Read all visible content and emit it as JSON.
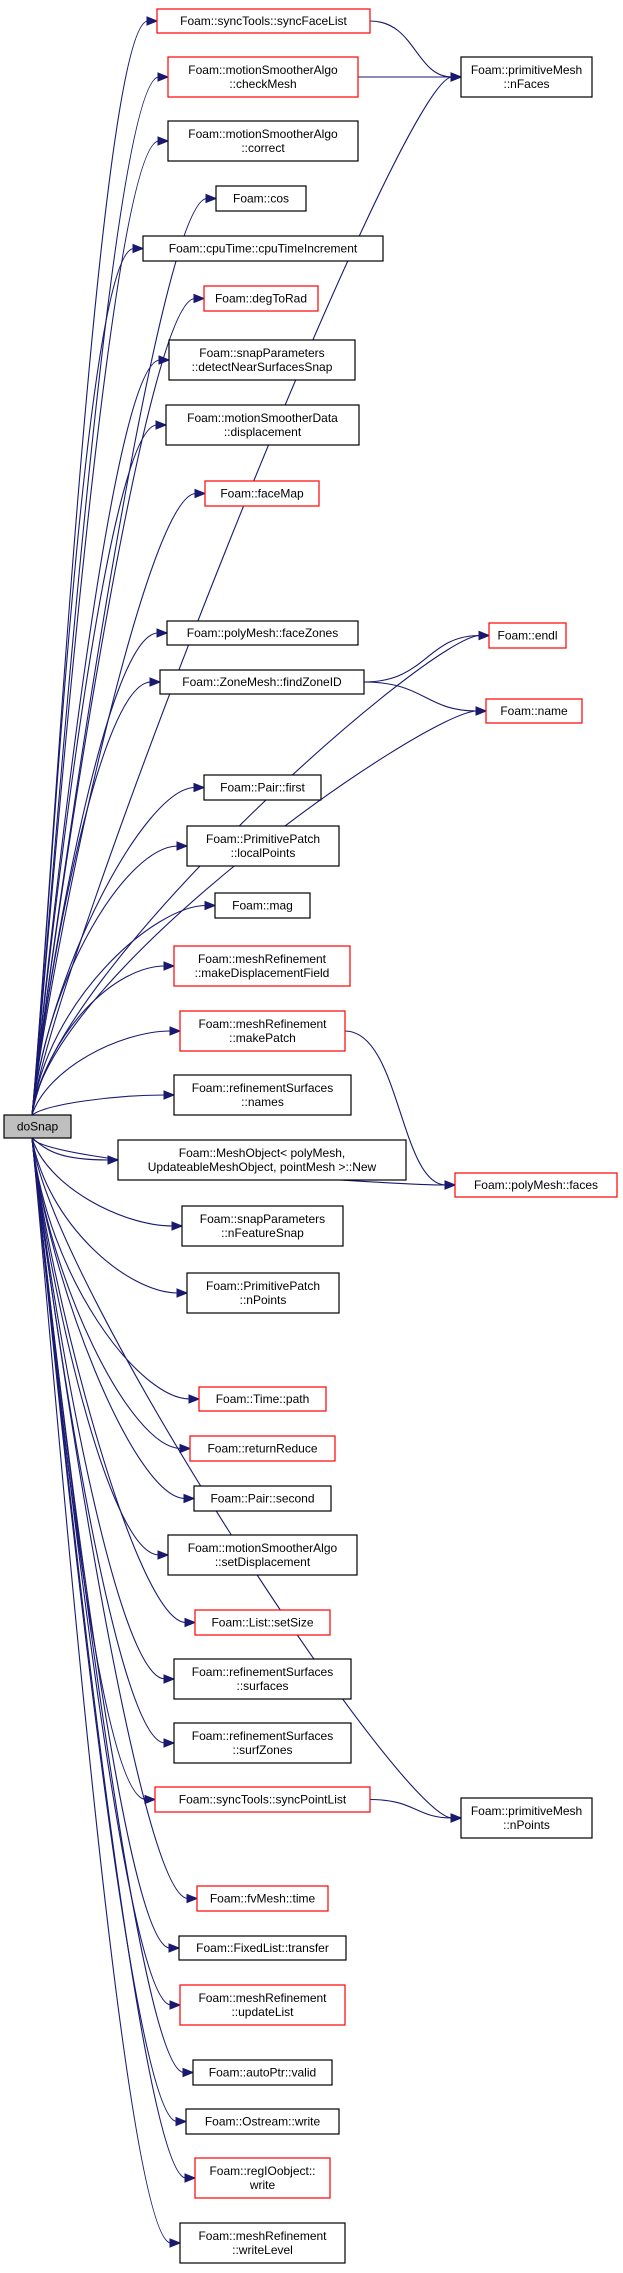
{
  "root": {
    "id": "doSnap",
    "lines": [
      "doSnap"
    ]
  },
  "nodes": [
    {
      "id": "syncFaceList",
      "lines": [
        "Foam::syncTools::syncFaceList"
      ],
      "red": true
    },
    {
      "id": "checkMesh",
      "lines": [
        "Foam::motionSmootherAlgo",
        "::checkMesh"
      ],
      "red": true
    },
    {
      "id": "correct",
      "lines": [
        "Foam::motionSmootherAlgo",
        "::correct"
      ],
      "red": false
    },
    {
      "id": "cos",
      "lines": [
        "Foam::cos"
      ],
      "red": false
    },
    {
      "id": "cpuTimeIncrement",
      "lines": [
        "Foam::cpuTime::cpuTimeIncrement"
      ],
      "red": false
    },
    {
      "id": "degToRad",
      "lines": [
        "Foam::degToRad"
      ],
      "red": true
    },
    {
      "id": "detectNearSurfacesSnap",
      "lines": [
        "Foam::snapParameters",
        "::detectNearSurfacesSnap"
      ],
      "red": false
    },
    {
      "id": "displacement",
      "lines": [
        "Foam::motionSmootherData",
        "::displacement"
      ],
      "red": false
    },
    {
      "id": "faceMap",
      "lines": [
        "Foam::faceMap"
      ],
      "red": true
    },
    {
      "id": "faceZones",
      "lines": [
        "Foam::polyMesh::faceZones"
      ],
      "red": false
    },
    {
      "id": "findZoneID",
      "lines": [
        "Foam::ZoneMesh::findZoneID"
      ],
      "red": false
    },
    {
      "id": "first",
      "lines": [
        "Foam::Pair::first"
      ],
      "red": false
    },
    {
      "id": "localPoints",
      "lines": [
        "Foam::PrimitivePatch",
        "::localPoints"
      ],
      "red": false
    },
    {
      "id": "mag",
      "lines": [
        "Foam::mag"
      ],
      "red": false
    },
    {
      "id": "makeDisplacementField",
      "lines": [
        "Foam::meshRefinement",
        "::makeDisplacementField"
      ],
      "red": true
    },
    {
      "id": "makePatch",
      "lines": [
        "Foam::meshRefinement",
        "::makePatch"
      ],
      "red": true
    },
    {
      "id": "names",
      "lines": [
        "Foam::refinementSurfaces",
        "::names"
      ],
      "red": false
    },
    {
      "id": "New",
      "lines": [
        "Foam::MeshObject< polyMesh,",
        "UpdateableMeshObject, pointMesh >::New"
      ],
      "red": false
    },
    {
      "id": "nFeatureSnap",
      "lines": [
        "Foam::snapParameters",
        "::nFeatureSnap"
      ],
      "red": false
    },
    {
      "id": "nPointsPP",
      "lines": [
        "Foam::PrimitivePatch",
        "::nPoints"
      ],
      "red": false
    },
    {
      "id": "path",
      "lines": [
        "Foam::Time::path"
      ],
      "red": true
    },
    {
      "id": "returnReduce",
      "lines": [
        "Foam::returnReduce"
      ],
      "red": true
    },
    {
      "id": "second",
      "lines": [
        "Foam::Pair::second"
      ],
      "red": false
    },
    {
      "id": "setDisplacement",
      "lines": [
        "Foam::motionSmootherAlgo",
        "::setDisplacement"
      ],
      "red": false
    },
    {
      "id": "setSize",
      "lines": [
        "Foam::List::setSize"
      ],
      "red": true
    },
    {
      "id": "surfaces",
      "lines": [
        "Foam::refinementSurfaces",
        "::surfaces"
      ],
      "red": false
    },
    {
      "id": "surfZones",
      "lines": [
        "Foam::refinementSurfaces",
        "::surfZones"
      ],
      "red": false
    },
    {
      "id": "syncPointList",
      "lines": [
        "Foam::syncTools::syncPointList"
      ],
      "red": true
    },
    {
      "id": "time",
      "lines": [
        "Foam::fvMesh::time"
      ],
      "red": true
    },
    {
      "id": "transfer",
      "lines": [
        "Foam::FixedList::transfer"
      ],
      "red": false
    },
    {
      "id": "updateList",
      "lines": [
        "Foam::meshRefinement",
        "::updateList"
      ],
      "red": true
    },
    {
      "id": "valid",
      "lines": [
        "Foam::autoPtr::valid"
      ],
      "red": false
    },
    {
      "id": "ostreamWrite",
      "lines": [
        "Foam::Ostream::write"
      ],
      "red": false
    },
    {
      "id": "regIOobjectWrite",
      "lines": [
        "Foam::regIOobject::",
        "write"
      ],
      "red": true
    },
    {
      "id": "writeLevel",
      "lines": [
        "Foam::meshRefinement",
        "::writeLevel"
      ],
      "red": false
    },
    {
      "id": "nFaces",
      "lines": [
        "Foam::primitiveMesh",
        "::nFaces"
      ],
      "red": false
    },
    {
      "id": "endl",
      "lines": [
        "Foam::endl"
      ],
      "red": true
    },
    {
      "id": "name",
      "lines": [
        "Foam::name"
      ],
      "red": true
    },
    {
      "id": "faces",
      "lines": [
        "Foam::polyMesh::faces"
      ],
      "red": true
    },
    {
      "id": "nPointsMesh",
      "lines": [
        "Foam::primitiveMesh",
        "::nPoints"
      ],
      "red": false
    }
  ],
  "edges": [
    [
      "doSnap",
      "syncFaceList"
    ],
    [
      "doSnap",
      "checkMesh"
    ],
    [
      "doSnap",
      "correct"
    ],
    [
      "doSnap",
      "cos"
    ],
    [
      "doSnap",
      "cpuTimeIncrement"
    ],
    [
      "doSnap",
      "degToRad"
    ],
    [
      "doSnap",
      "detectNearSurfacesSnap"
    ],
    [
      "doSnap",
      "displacement"
    ],
    [
      "doSnap",
      "nFaces"
    ],
    [
      "doSnap",
      "faceMap"
    ],
    [
      "doSnap",
      "endl"
    ],
    [
      "doSnap",
      "faceZones"
    ],
    [
      "doSnap",
      "findZoneID"
    ],
    [
      "doSnap",
      "name"
    ],
    [
      "doSnap",
      "first"
    ],
    [
      "doSnap",
      "localPoints"
    ],
    [
      "doSnap",
      "mag"
    ],
    [
      "doSnap",
      "makeDisplacementField"
    ],
    [
      "doSnap",
      "makePatch"
    ],
    [
      "doSnap",
      "names"
    ],
    [
      "doSnap",
      "New"
    ],
    [
      "doSnap",
      "nFeatureSnap"
    ],
    [
      "doSnap",
      "nPointsPP"
    ],
    [
      "doSnap",
      "faces"
    ],
    [
      "doSnap",
      "path"
    ],
    [
      "doSnap",
      "returnReduce"
    ],
    [
      "doSnap",
      "second"
    ],
    [
      "doSnap",
      "setDisplacement"
    ],
    [
      "doSnap",
      "setSize"
    ],
    [
      "doSnap",
      "surfaces"
    ],
    [
      "doSnap",
      "surfZones"
    ],
    [
      "doSnap",
      "syncPointList"
    ],
    [
      "doSnap",
      "nPointsMesh"
    ],
    [
      "doSnap",
      "time"
    ],
    [
      "doSnap",
      "transfer"
    ],
    [
      "doSnap",
      "updateList"
    ],
    [
      "doSnap",
      "valid"
    ],
    [
      "doSnap",
      "ostreamWrite"
    ],
    [
      "doSnap",
      "regIOobjectWrite"
    ],
    [
      "doSnap",
      "writeLevel"
    ],
    [
      "syncFaceList",
      "nFaces"
    ],
    [
      "checkMesh",
      "nFaces"
    ],
    [
      "findZoneID",
      "endl"
    ],
    [
      "findZoneID",
      "name"
    ],
    [
      "makePatch",
      "faces"
    ],
    [
      "syncPointList",
      "nPointsMesh"
    ]
  ],
  "colors": {
    "edge": "#191970",
    "border_red": "#ff0000",
    "border_black": "#000000",
    "root_fill": "#bfbfbf",
    "node_fill": "#ffffff"
  }
}
